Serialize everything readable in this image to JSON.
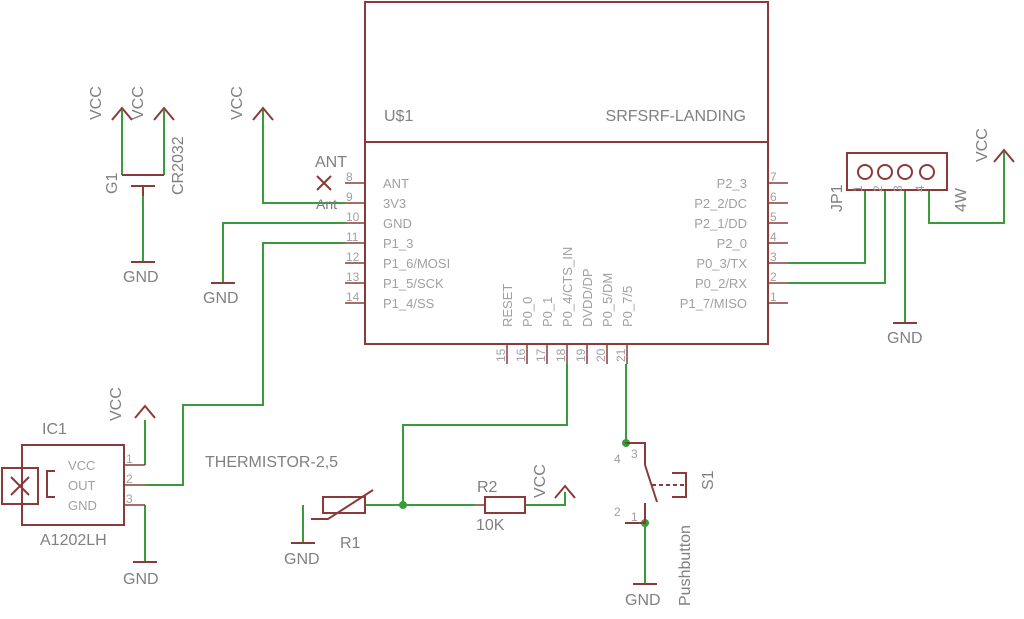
{
  "u1": {
    "name": "U$1",
    "value": "SRFSRF-LANDING",
    "left_pins": [
      {
        "num": "8",
        "label": "ANT"
      },
      {
        "num": "9",
        "label": "3V3"
      },
      {
        "num": "10",
        "label": "GND"
      },
      {
        "num": "11",
        "label": "P1_3"
      },
      {
        "num": "12",
        "label": "P1_6/MOSI"
      },
      {
        "num": "13",
        "label": "P1_5/SCK"
      },
      {
        "num": "14",
        "label": "P1_4/SS"
      }
    ],
    "right_pins": [
      {
        "num": "7",
        "label": "P2_3"
      },
      {
        "num": "6",
        "label": "P2_2/DC"
      },
      {
        "num": "5",
        "label": "P2_1/DD"
      },
      {
        "num": "4",
        "label": "P2_0"
      },
      {
        "num": "3",
        "label": "P0_3/TX"
      },
      {
        "num": "2",
        "label": "P0_2/RX"
      },
      {
        "num": "1",
        "label": "P1_7/MISO"
      }
    ],
    "bottom_pins": [
      {
        "num": "15",
        "label": "RESET"
      },
      {
        "num": "16",
        "label": "P0_0"
      },
      {
        "num": "17",
        "label": "P0_1"
      },
      {
        "num": "18",
        "label": "P0_4/CTS_IN"
      },
      {
        "num": "19",
        "label": "DVDD/DP"
      },
      {
        "num": "20",
        "label": "P0_5/DM"
      },
      {
        "num": "21",
        "label": "P0_7/5"
      }
    ]
  },
  "nets": {
    "ant": "ANT",
    "ant2": "Ant",
    "vcc": "VCC",
    "gnd": "GND"
  },
  "g1": {
    "name": "G1",
    "value": "CR2032"
  },
  "jp1": {
    "name": "JP1",
    "value": "4W",
    "pins": [
      "1",
      "2",
      "3",
      "4"
    ]
  },
  "ic1": {
    "name": "IC1",
    "value": "A1202LH",
    "pins": [
      {
        "num": "1",
        "label": "VCC"
      },
      {
        "num": "2",
        "label": "OUT"
      },
      {
        "num": "3",
        "label": "GND"
      }
    ]
  },
  "r1": {
    "name": "R1",
    "value": "THERMISTOR-2,5"
  },
  "r2": {
    "name": "R2",
    "value": "10K"
  },
  "s1": {
    "name": "S1",
    "value": "Pushbutton",
    "pins": [
      "1",
      "2",
      "3",
      "4"
    ]
  }
}
